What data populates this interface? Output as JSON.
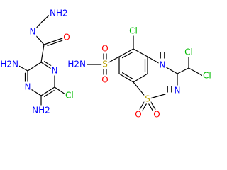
{
  "molecules": [
    {
      "atom_labels": {
        "guanidine_nh2": "NH2",
        "imine_n": "N",
        "carbonyl_o": "O",
        "amine_nh2_left": "H2N",
        "ring_n_top": "N",
        "ring_n_bottom": "N",
        "chloro": "Cl",
        "amine_nh2_bottom": "NH2"
      }
    },
    {
      "atom_labels": {
        "aryl_cl": "Cl",
        "sulfonamide_s": "S",
        "sulfonyl_o_top": "O",
        "sulfonyl_o_bottom": "O",
        "sulfonamide_nh2": "H2N",
        "ring_nh_upper": "H",
        "ring_n_upper": "N",
        "ring_nh_lower": "H",
        "ring_n_lower": "N",
        "ring_s": "S",
        "ring_s_o_left": "O",
        "ring_s_o_right": "O",
        "cl_top": "Cl",
        "cl_bottom": "Cl"
      }
    }
  ],
  "colors": {
    "background": "#ffffff",
    "bond": "#000000",
    "nitrogen": "#0000ff",
    "oxygen": "#ff0000",
    "chlorine": "#00bb00",
    "sulfur": "#b8a000",
    "hydrogen": "#000000"
  }
}
